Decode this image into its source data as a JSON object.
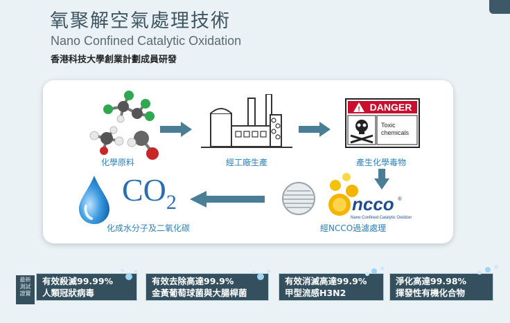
{
  "header": {
    "title_cn": "氧聚解空氣處理技術",
    "title_en": "Nano Confined Catalytic Oxidation",
    "subtitle": "香港科技大學創業計劃成員研發"
  },
  "diagram": {
    "labels": {
      "chemicals": "化學原料",
      "factory": "經工廠生產",
      "toxic": "產生化學毒物",
      "ncco_process": "經NCCO過濾處理",
      "result": "化成水分子及二氧化碳"
    },
    "danger_sign": {
      "title": "DANGER",
      "text_line1": "Toxic",
      "text_line2": "chemicals"
    },
    "co2_text": "CO",
    "co2_subscript": "2",
    "ncco_logo": "ncco",
    "ncco_tagline": "Nano Confined Catalytic Oxidizer",
    "registered_mark": "®"
  },
  "badges": {
    "test_tag": [
      "最新",
      "測試",
      "證實"
    ],
    "items": [
      {
        "line1": "有效殺滅99.99%",
        "line2": "人類冠狀病毒"
      },
      {
        "line1": "有效去除高達99.9%",
        "line2": "金黃葡萄球菌與大腸桿菌"
      },
      {
        "line1": "有效消滅高達99.9%",
        "line2": "甲型流感H3N2"
      },
      {
        "line1": "淨化高達99.98%",
        "line2": "揮發性有機化合物"
      }
    ]
  },
  "colors": {
    "accent": "#2b7fb6",
    "arrow": "#4a7e97",
    "badge_bg": "#34505e",
    "danger_red": "#c8102e"
  }
}
